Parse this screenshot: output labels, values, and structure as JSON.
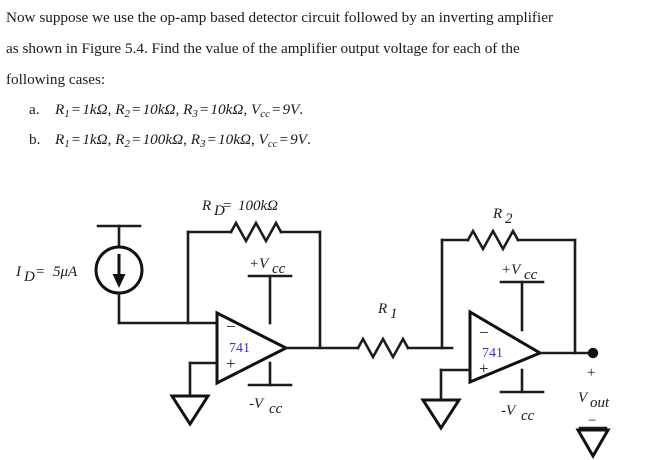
{
  "problem": {
    "paragraph_lines": [
      "Now suppose we use the op-amp based detector circuit followed by an inverting amplifier",
      "as shown in Figure 5.4.  Find the value of the amplifier output voltage for each of the",
      "following cases:"
    ],
    "cases": [
      {
        "marker": "a.",
        "text": "R₁ = 1kΩ, R₂ = 10kΩ, R₃ = 10kΩ, V_cc = 9V.",
        "parts": [
          {
            "var": "R",
            "sub": "1",
            "value": "1kΩ"
          },
          {
            "var": "R",
            "sub": "2",
            "value": "10kΩ"
          },
          {
            "var": "R",
            "sub": "3",
            "value": "10kΩ"
          },
          {
            "var": "V",
            "sub": "cc",
            "value": "9V"
          }
        ]
      },
      {
        "marker": "b.",
        "text": "R₁ = 1kΩ, R₂ = 100kΩ, R₃ = 10kΩ, V_cc = 9V.",
        "parts": [
          {
            "var": "R",
            "sub": "1",
            "value": "1kΩ"
          },
          {
            "var": "R",
            "sub": "2",
            "value": "100kΩ"
          },
          {
            "var": "R",
            "sub": "3",
            "value": "10kΩ"
          },
          {
            "var": "V",
            "sub": "cc",
            "value": "9V"
          }
        ]
      }
    ]
  },
  "circuit": {
    "title_ref": "Figure 5.4",
    "current_source": {
      "label_var": "I",
      "label_sub": "D",
      "label_eq": "=",
      "label_value": "5μA",
      "supply_label": "+V",
      "supply_sub": "cc",
      "direction": "down"
    },
    "detector_stage": {
      "feedback_resistor": {
        "name": "R",
        "name_sub": "D",
        "eq": "=",
        "value": "100kΩ"
      },
      "opamp": {
        "part_number": "741",
        "inverting_sign": "−",
        "noninverting_sign": "+",
        "v_pos": "+V",
        "v_pos_sub": "cc",
        "v_neg": "-V",
        "v_neg_sub": "cc"
      }
    },
    "amplifier_stage": {
      "input_resistor": {
        "name": "R",
        "name_sub": "1"
      },
      "feedback_resistor": {
        "name": "R",
        "name_sub": "2"
      },
      "opamp": {
        "part_number": "741",
        "inverting_sign": "−",
        "noninverting_sign": "+",
        "v_pos": "+V",
        "v_pos_sub": "cc",
        "v_neg": "-V",
        "v_neg_sub": "cc"
      },
      "output": {
        "plus_sign": "+",
        "minus_sign": "−",
        "name": "V",
        "name_sub": "out"
      }
    },
    "colors": {
      "wire": "#1c1c1c",
      "part_number": "#3b32c4",
      "background": "#ffffff"
    }
  }
}
